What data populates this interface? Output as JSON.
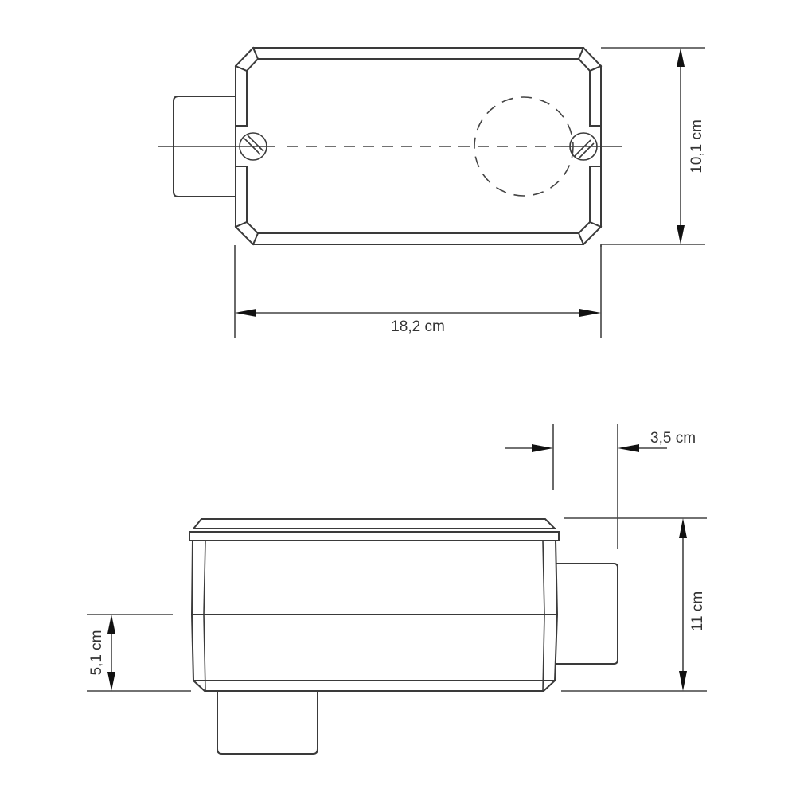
{
  "drawing": {
    "type": "technical-drawing",
    "subject": "electrical conduit outlet box (condulet) dimensions",
    "stroke_color": "#3a3a3a",
    "background": "#ffffff",
    "views": {
      "top": {
        "dimensions": {
          "width_label": "18,2 cm",
          "height_label": "10,1 cm"
        }
      },
      "side": {
        "dimensions": {
          "height_label": "11 cm",
          "lower_height_label": "5,1 cm",
          "hub_offset_label": "3,5 cm"
        }
      }
    }
  }
}
